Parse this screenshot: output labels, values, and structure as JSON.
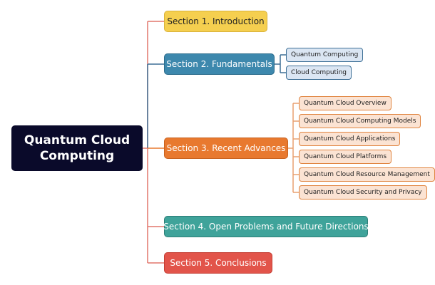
{
  "root": {
    "title": "Quantum Cloud Computing"
  },
  "sections": [
    {
      "label": "Section 1. Introduction",
      "color": "#f5cf4f",
      "children": []
    },
    {
      "label": "Section 2. Fundamentals",
      "color": "#3d88ad",
      "children": [
        "Quantum Computing",
        "Cloud Computing"
      ]
    },
    {
      "label": "Section 3. Recent Advances",
      "color": "#e8792f",
      "children": [
        "Quantum Cloud Overview",
        "Quantum Cloud Computing Models",
        "Quantum Cloud Applications",
        "Quantum Cloud Platforms",
        "Quantum Cloud Resource Management",
        "Quantum Cloud Security and Privacy"
      ]
    },
    {
      "label": "Section 4. Open Problems and Future Directions",
      "color": "#3fa39a",
      "children": []
    },
    {
      "label": "Section 5. Conclusions",
      "color": "#e2544a",
      "children": []
    }
  ],
  "colors": {
    "root_bg": "#0a0a2a",
    "connector_red": "#e2766b",
    "connector_blue": "#3d6f96",
    "connector_orange": "#e8a070"
  }
}
